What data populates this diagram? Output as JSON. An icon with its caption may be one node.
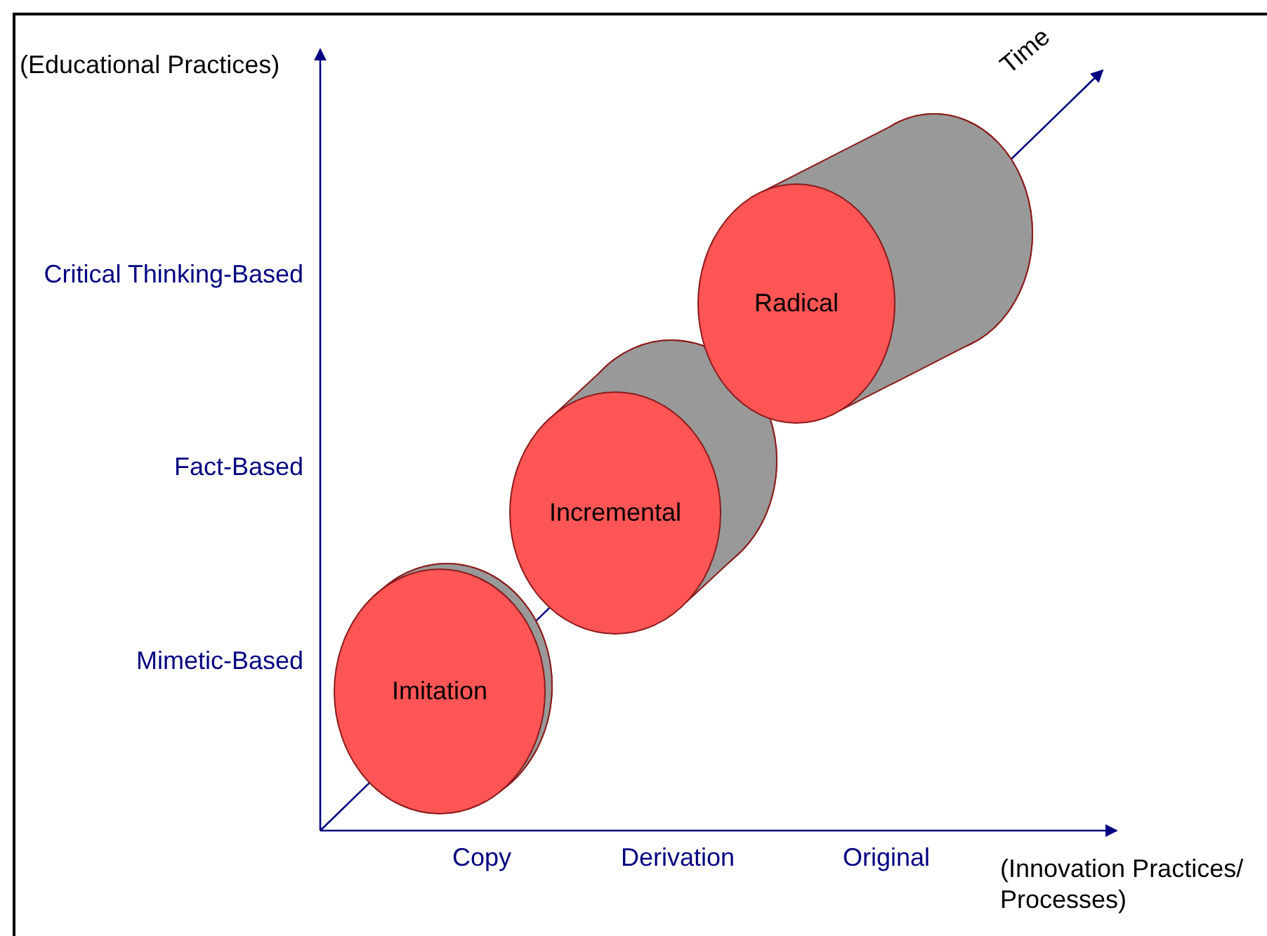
{
  "diagram": {
    "nodes": [
      {
        "text": [
          "Imitation"
        ]
      },
      {
        "text": [
          "Incremental"
        ]
      },
      {
        "text": [
          "Radical"
        ]
      }
    ],
    "edges": [],
    "labels": [
      "(Educational Practices)",
      "Time",
      "Critical Thinking-Based",
      "Fact-Based",
      "Mimetic-Based",
      "Copy",
      "Derivation",
      "Original",
      "(Innovation Practices/ Processes)"
    ]
  }
}
